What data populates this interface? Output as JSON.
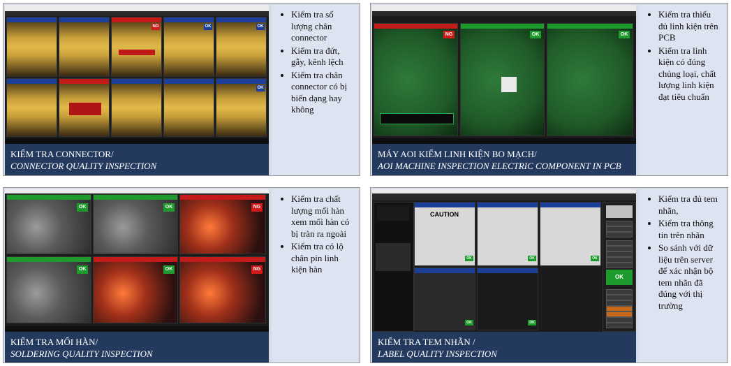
{
  "panels": [
    {
      "caption_line1": "KIỂM TRA CONNECTOR/",
      "caption_line2": "CONNECTOR QUALITY INSPECTION",
      "bullets": [
        "Kiểm tra số lượng chân connector",
        "Kiểm tra đứt, gẫy, kênh lệch",
        "Kiểm tra chân connector có bị biến dạng hay không"
      ],
      "badges": [
        "NG",
        "OK",
        "OK",
        "OK"
      ]
    },
    {
      "caption_line1": "MÁY AOI KIỂM LINH KIỆN BO MẠCH/",
      "caption_line2": "AOI MACHINE INSPECTION ELECTRIC COMPONENT IN PCB",
      "bullets": [
        "Kiểm tra thiếu đủ linh kiện trên PCB",
        "Kiểm tra linh kiện có đúng chủng loại, chất lượng linh kiện đạt tiêu chuẩn"
      ],
      "badges": [
        "NG",
        "OK",
        "OK"
      ]
    },
    {
      "caption_line1": "KIỂM TRA MỐI HÀN/",
      "caption_line2": "SOLDERING QUALITY INSPECTION",
      "bullets": [
        "Kiểm tra chất lượng mối hàn xem mối hàn có bị tràn ra ngoài",
        "Kiểm tra có lộ chân pin linh kiện hàn"
      ],
      "badges": [
        "OK",
        "OK",
        "NG",
        "OK",
        "OK",
        "NG"
      ]
    },
    {
      "caption_line1": "KIỂM TRA TEM NHÃN /",
      "caption_line2": "LABEL QUALITY INSPECTION",
      "bullets": [
        "Kiểm tra đủ tem nhãn,",
        "Kiểm tra thông tin trên nhãn",
        "So sánh với dữ liệu trên server để xác nhận bộ tem nhãn đã đúng với thị trường"
      ],
      "badges": [
        "OK",
        "OK",
        "OK",
        "OK",
        "OK"
      ],
      "caution": "CAUTION",
      "side_ok": "OK"
    }
  ],
  "colors": {
    "caption_bg": "#24395e",
    "ok": "#1f9a2e",
    "ng": "#d11a1a"
  }
}
